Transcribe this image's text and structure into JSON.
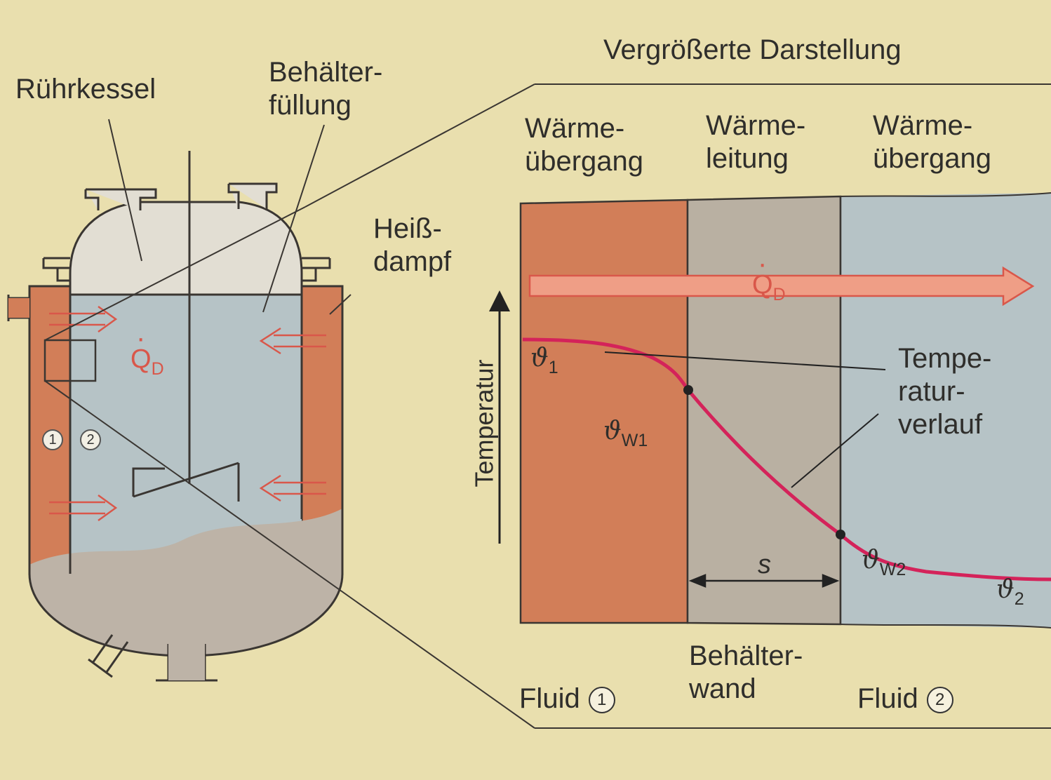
{
  "title": "Vergrößerte Darstellung",
  "labels": {
    "ruehrkessel": "Rührkessel",
    "behaelterfuellung": "Behälter-\nfüllung",
    "heissdampf": "Heiß-\ndampf",
    "waermeuebergang_1": "Wärme-\nübergang",
    "waermeleitung": "Wärme-\nleitung",
    "waermeuebergang_2": "Wärme-\nübergang",
    "temperaturverlauf": "Tempe-\nratur-\nverlauf",
    "temperatur_axis": "Temperatur",
    "wall_thickness": "s",
    "fluid1": "Fluid",
    "fluid1_num": "1",
    "behaelterwand": "Behälter-\nwand",
    "fluid2": "Fluid",
    "fluid2_num": "2"
  },
  "heat_flow": {
    "symbol": "Q",
    "subscript": "D"
  },
  "temperatures": {
    "theta1": {
      "symbol": "ϑ",
      "sub": "1"
    },
    "thetaW1": {
      "symbol": "ϑ",
      "sub": "W1"
    },
    "thetaW2": {
      "symbol": "ϑ",
      "sub": "W2"
    },
    "theta2": {
      "symbol": "ϑ",
      "sub": "2"
    }
  },
  "vessel_badges": [
    "1",
    "2"
  ],
  "colors": {
    "background": "#e9dfae",
    "fluid1": "#d27e58",
    "wall": "#b9b0a2",
    "fluid2": "#b6c3c6",
    "heat_arrow": "#ef9e86",
    "curve": "#d4235a",
    "lid": "#e2ded3",
    "sediment": "#bdb3a7"
  }
}
